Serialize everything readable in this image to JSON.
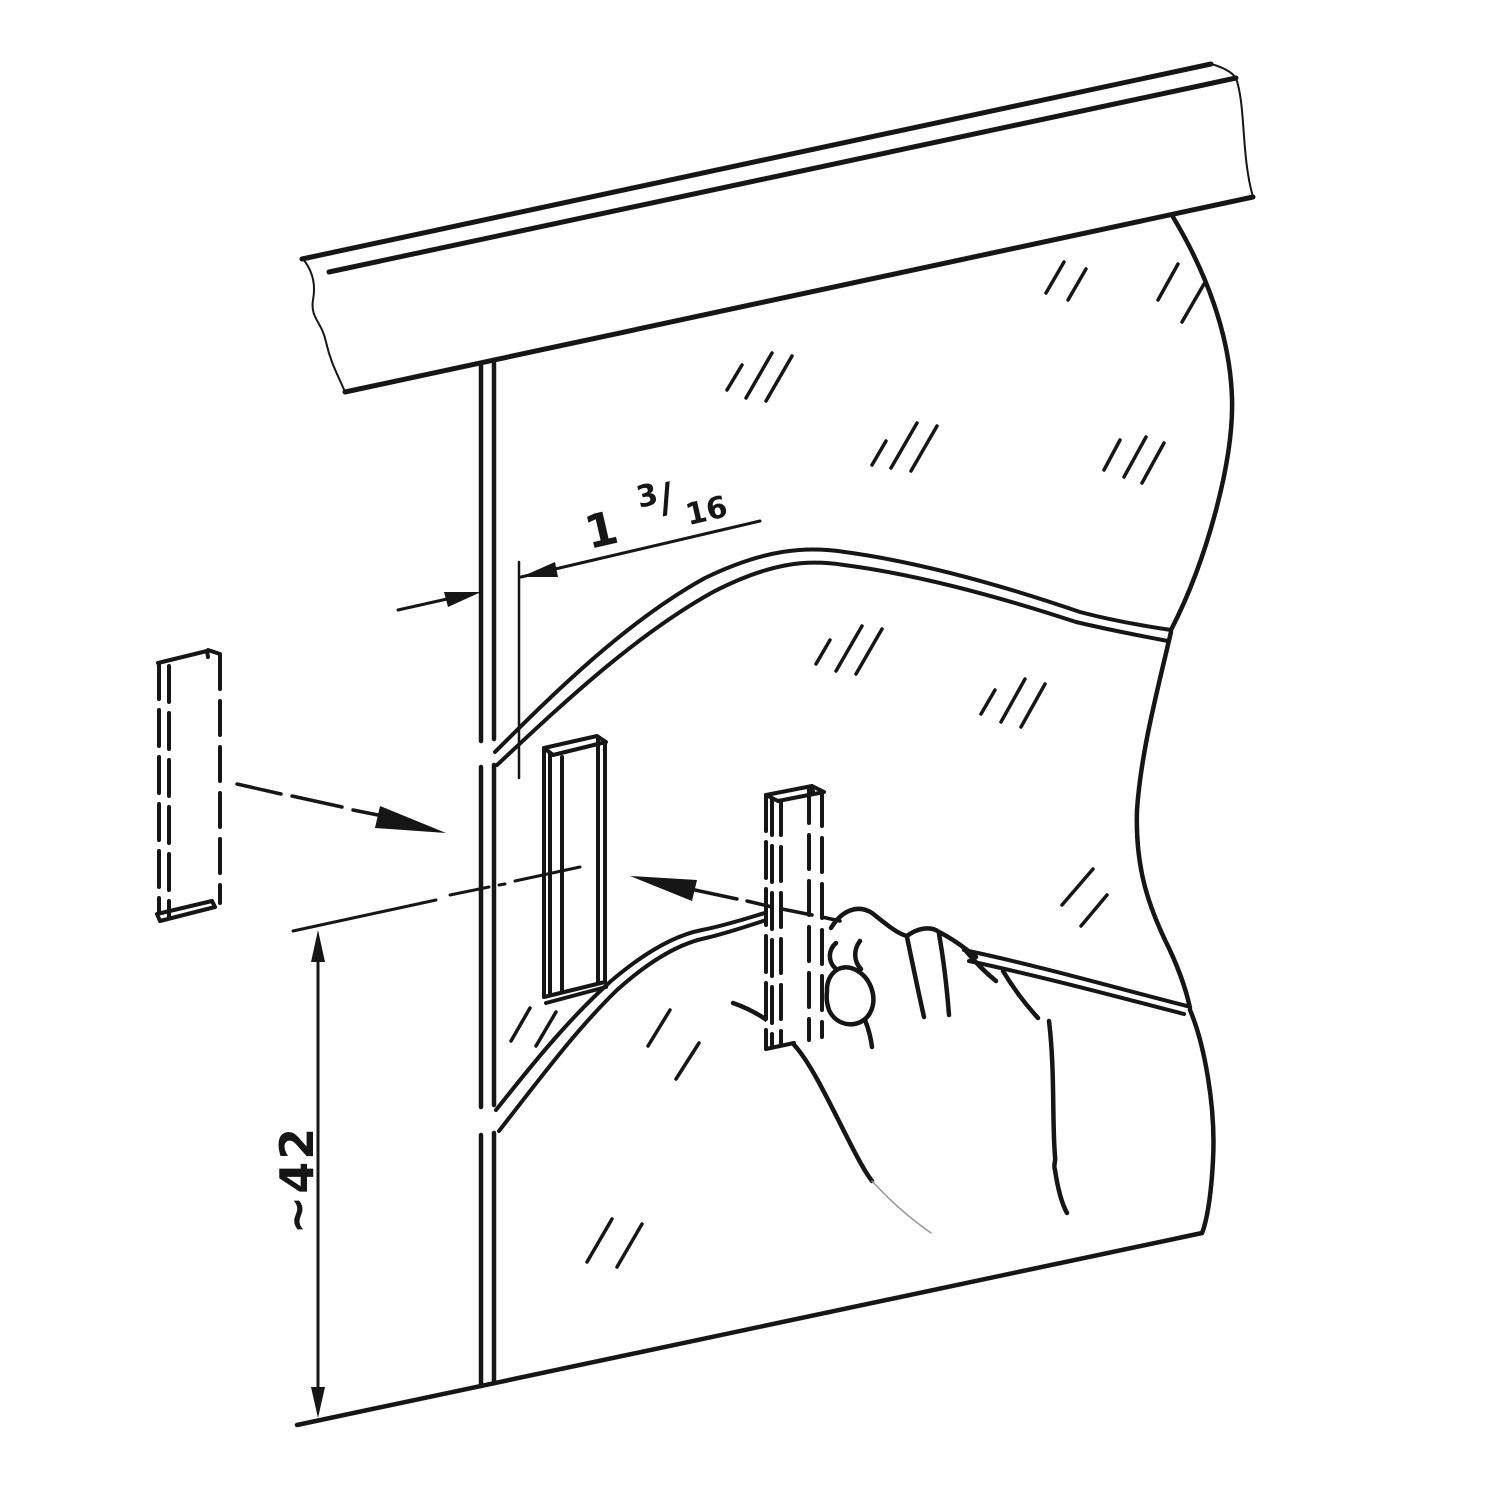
{
  "figure": {
    "background": "#ffffff",
    "line_color": "#161616",
    "faint_line_color": "#9b9b9b"
  },
  "labels": {
    "width_dimension": {
      "whole": "1",
      "numerator": "3",
      "slash": "/",
      "denominator": "16"
    },
    "height_dimension": {
      "value": "~42"
    }
  }
}
